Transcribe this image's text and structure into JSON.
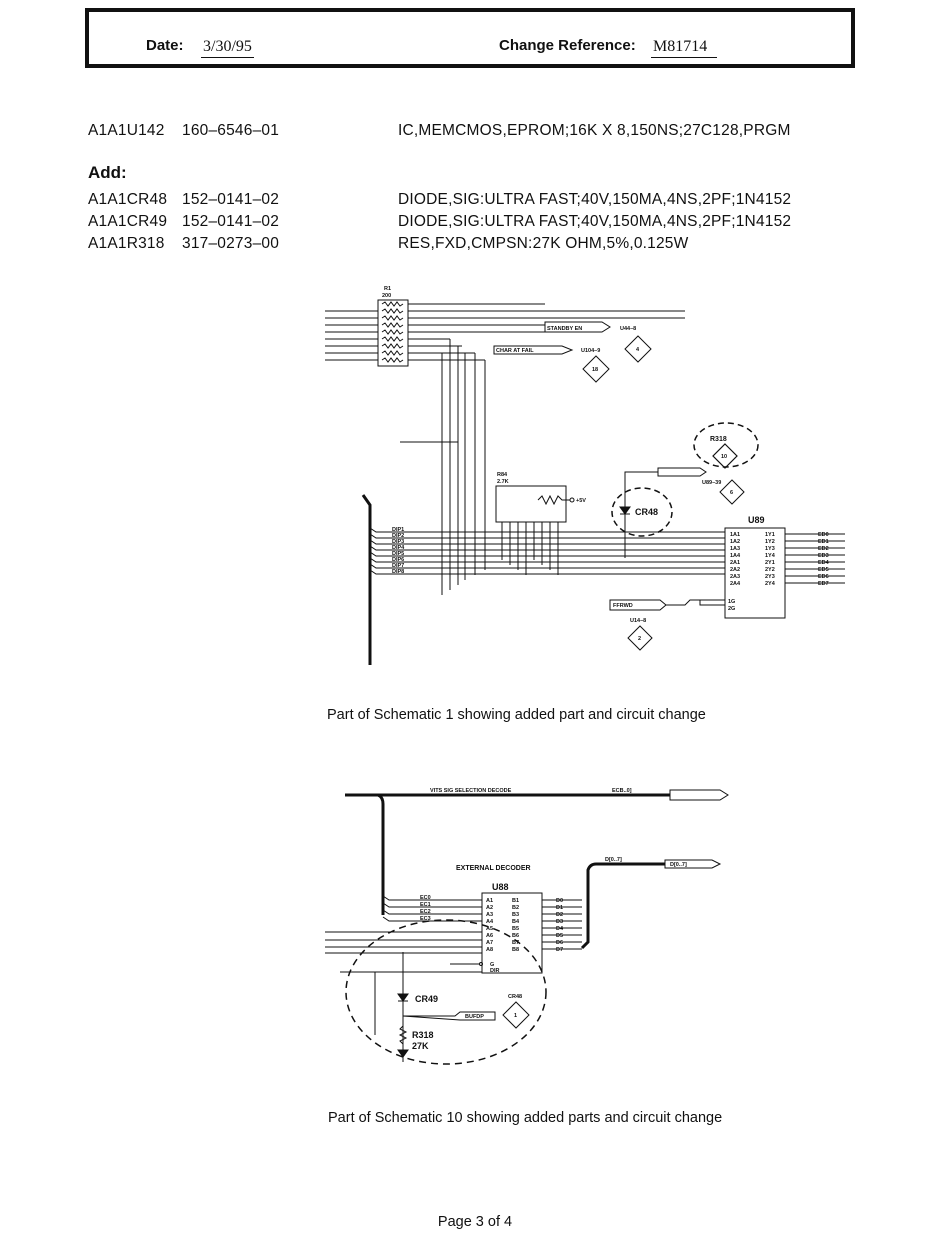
{
  "header": {
    "date_label": "Date:",
    "date_value": "3/30/95",
    "change_ref_label": "Change Reference:",
    "change_ref_value": "M81714"
  },
  "parts": {
    "first": {
      "ref": "A1A1U142",
      "pn": "160–6546–01",
      "desc": "IC,MEMCMOS,EPROM;16K X 8,150NS;27C128,PRGM"
    },
    "add_heading": "Add:",
    "added": [
      {
        "ref": "A1A1CR48",
        "pn": "152–0141–02",
        "desc": "DIODE,SIG:ULTRA FAST;40V,150MA,4NS,2PF;1N4152"
      },
      {
        "ref": "A1A1CR49",
        "pn": "152–0141–02",
        "desc": "DIODE,SIG:ULTRA FAST;40V,150MA,4NS,2PF;1N4152"
      },
      {
        "ref": "A1A1R318",
        "pn": "317–0273–00",
        "desc": "RES,FXD,CMPSN:27K OHM,5%,0.125W"
      }
    ]
  },
  "schematic1": {
    "caption": "Part of Schematic 1 showing added part and circuit change",
    "r1_label": "R1",
    "r1_value": "200",
    "standby": "STANDBY EN",
    "u44": "U44–8",
    "char_at_fail": "CHAR AT FAIL",
    "u104": "U104–9",
    "diamond_4": "4",
    "diamond_18": "18",
    "r318_label": "R318",
    "diamond_10": "10",
    "u89_pin": "U89–39",
    "r84_label": "R84",
    "r84_value": "2.7K",
    "plus5v": "+5V",
    "cr48": "CR48",
    "u89": "U89",
    "diamond_6": "6",
    "ffrwd": "FFRWD",
    "u14": "U14–8",
    "diamond_2": "2",
    "dip_labels": [
      "DIP1",
      "DIP2",
      "DIP3",
      "DIP4",
      "DIP5",
      "DIP6",
      "DIP7",
      "DIP8"
    ],
    "u89_in": [
      "1A1",
      "1A2",
      "1A3",
      "1A4",
      "2A1",
      "2A2",
      "2A3",
      "2A4"
    ],
    "u89_out": [
      "1Y1",
      "1Y2",
      "1Y3",
      "1Y4",
      "2Y1",
      "2Y2",
      "2Y3",
      "2Y4"
    ],
    "ed_labels": [
      "ED0",
      "ED1",
      "ED2",
      "ED3",
      "ED4",
      "ED5",
      "ED6",
      "ED7"
    ],
    "g_labels": [
      "1G",
      "2G"
    ]
  },
  "schematic10": {
    "caption": "Part of Schematic 10 showing added parts and circuit change",
    "bus_label": "VITS SIG SELECTION DECODE",
    "ecb_label": "ECB..0]",
    "ext_decoder": "EXTERNAL DECODER",
    "u88": "U88",
    "d_bus": "D[0..7]",
    "d_flag": "D[0..7]",
    "ec_labels": [
      "EC0",
      "EC1",
      "EC2",
      "EC3"
    ],
    "a_pins": [
      "A1",
      "A2",
      "A3",
      "A4",
      "A5",
      "A6",
      "A7",
      "A8"
    ],
    "b_pins": [
      "B1",
      "B2",
      "B3",
      "B4",
      "B5",
      "B6",
      "B7",
      "B8"
    ],
    "d_labels": [
      "D0",
      "D1",
      "D2",
      "D3",
      "D4",
      "D5",
      "D6",
      "D7"
    ],
    "g": "G",
    "dir": "DIR",
    "cr49": "CR49",
    "cr48": "CR48",
    "diamond_1": "1",
    "r318": "R318",
    "r318_val": "27K",
    "bufdp": "BUFDP"
  },
  "footer": {
    "page": "Page 3 of 4"
  }
}
